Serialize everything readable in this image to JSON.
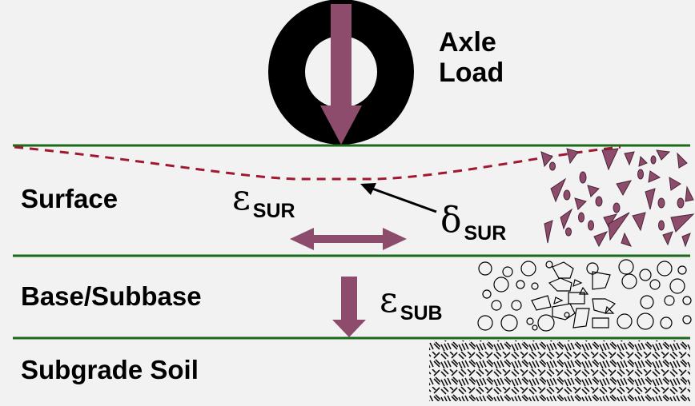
{
  "title": {
    "line1": "Axle",
    "line2": "Load"
  },
  "layers": {
    "surface": "Surface",
    "base": "Base/Subbase",
    "subgrade": "Subgrade Soil"
  },
  "symbols": {
    "eps_sur": {
      "greek": "ε",
      "subscript": "SUR"
    },
    "delta_sur": {
      "greek": "δ",
      "subscript": "SUR"
    },
    "eps_sub": {
      "greek": "ε",
      "subscript": "SUB"
    }
  },
  "colors": {
    "background": "#f2f2f2",
    "layer_line": "#1b6b1b",
    "arrow": "#8e4c6c",
    "deflection": "#a01830",
    "wheel": "#000000"
  }
}
